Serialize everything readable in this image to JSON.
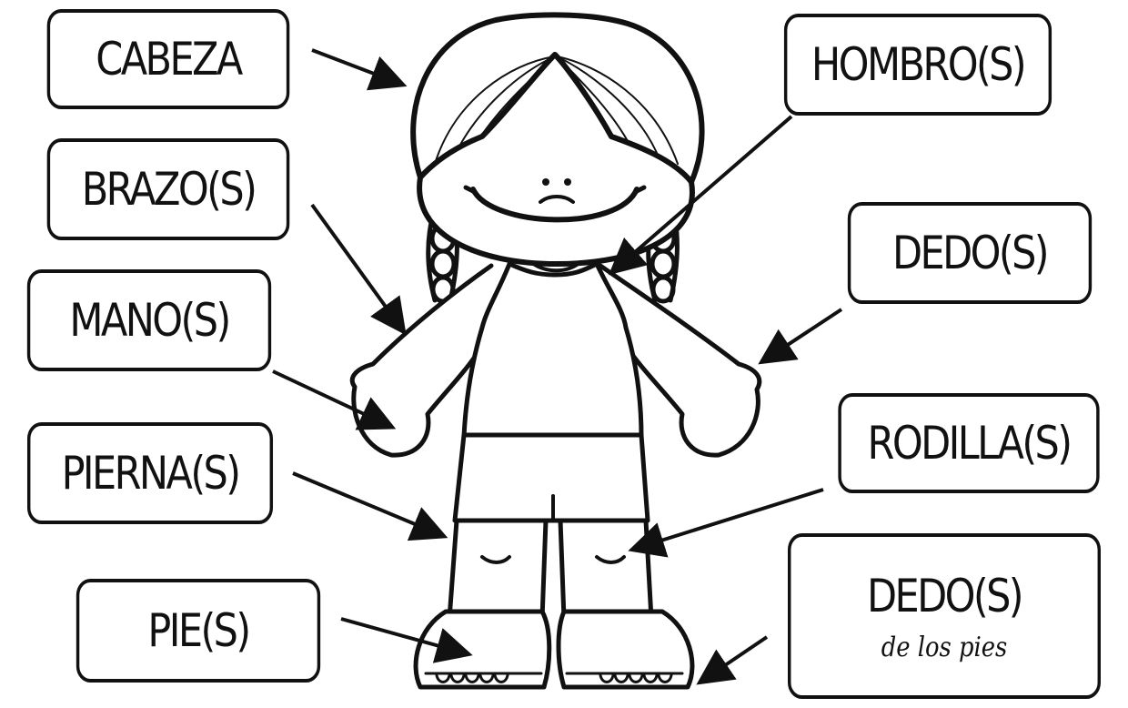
{
  "labels": {
    "cabeza": "CABEZA",
    "hombros": "HOMBRO(S)",
    "brazos": "BRAZO(S)",
    "dedos_mano": "DEDO(S)",
    "manos": "MANO(S)",
    "rodillas": "RODILLA(S)",
    "piernas": "PIERNA(S)",
    "dedos_pies": "DEDO(S)",
    "dedos_pies_sub": "de los pies",
    "pies": "PIE(S)"
  },
  "colors": {
    "ink": "#111111",
    "paper": "#ffffff"
  }
}
